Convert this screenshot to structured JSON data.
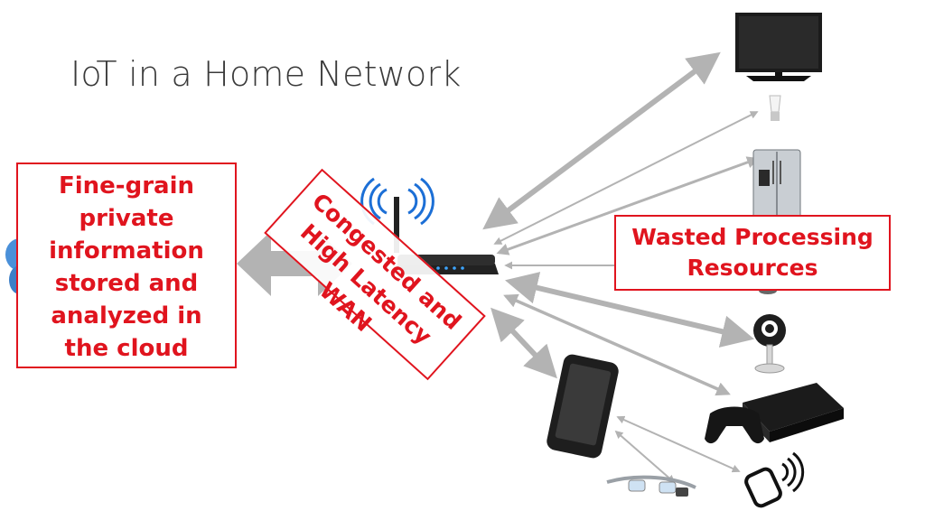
{
  "slide": {
    "title": "IoT in a Home Network"
  },
  "callouts": {
    "cloud": "Fine-grain\nprivate\ninformation\nstored and\nanalyzed in\nthe cloud",
    "wan": "Congested and\nHigh Latency WAN",
    "wasted": "Wasted Processing\nResources"
  },
  "devices": [
    "tv-icon",
    "light-bulb-icon",
    "refrigerator-icon",
    "speaker-icon",
    "security-camera-icon",
    "game-console-icon",
    "gamepad-icon",
    "smartwatch-icon",
    "smartphone-icon",
    "smart-glasses-icon",
    "wifi-router-icon",
    "cloud-icon"
  ],
  "colors": {
    "accent": "#e0141e",
    "arrow": "#b3b3b3",
    "title": "#3a3a3a"
  }
}
